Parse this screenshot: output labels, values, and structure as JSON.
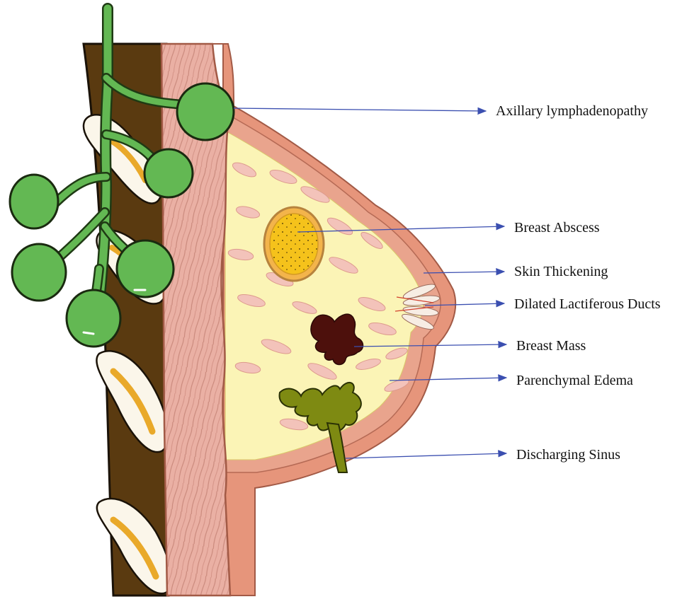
{
  "labels": {
    "axillary": "Axillary lymphadenopathy",
    "abscess": "Breast Abscess",
    "skin": "Skin Thickening",
    "ducts": "Dilated Lactiferous Ducts",
    "mass": "Breast Mass",
    "edema": "Parenchymal Edema",
    "sinus": "Discharging Sinus"
  },
  "colors": {
    "rib_wall": "#5a3a10",
    "rib_bone": "#fbf6ea",
    "rib_marrow": "#e9a92a",
    "muscle": "#eab0a4",
    "muscle_stripe": "#c8877a",
    "skin": "#e6957b",
    "breast_tissue": "#fbf4b6",
    "lobule": "#f3c3ba",
    "lymph_node": "#63b853",
    "abscess": "#f5c21b",
    "mass": "#4d100c",
    "sinus": "#7e8a12",
    "pointer": "#3b4fb0"
  },
  "icons": [
    "lymph-node-icon",
    "abscess-icon",
    "breast-mass-icon",
    "discharging-sinus-icon"
  ]
}
